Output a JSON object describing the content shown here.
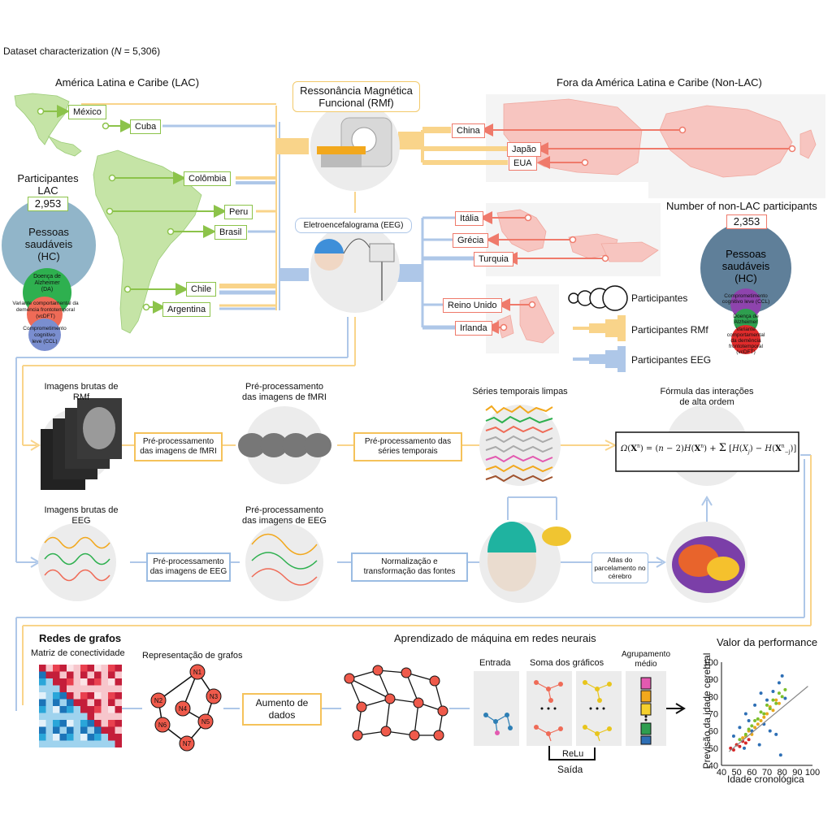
{
  "header": {
    "prefix": "Dataset characterization (",
    "n": "N",
    "suffix": " = 5,306)"
  },
  "lac": {
    "title": "América Latina e Caribe (LAC)",
    "participants_title": "Participantes\nLAC",
    "count": "2,953",
    "hc": "Pessoas\nsaudáveis\n(HC)",
    "da": "Doença de\nAlzheimer\n(DA)",
    "vcdft": "Variante comportamental da\ndemência frontotemporal\n(vcDFT)",
    "ccl": "Comprometimento\ncognitivo\nleve (CCL)",
    "countries": [
      "México",
      "Cuba",
      "Colômbia",
      "Peru",
      "Brasil",
      "Chile",
      "Argentina"
    ]
  },
  "nonlac": {
    "title": "Fora da América Latina e Caribe (Non-LAC)",
    "participants_title": "Number of non-LAC participants",
    "count": "2,353",
    "hc": "Pessoas\nsaudáveis\n(HC)",
    "ccl": "Comprometimento\ncognitivo leve (CCL)",
    "da": "Doença de\nAlzheimer",
    "vcdft": "Variante\ncomportamental\nda demência\nfrontotemporal\n(vcDFT)",
    "countries": [
      "China",
      "Japão",
      "EUA",
      "Itália",
      "Grécia",
      "Turquia",
      "Reino Unido",
      "Irlanda"
    ]
  },
  "center": {
    "fmri": "Ressonância Magnética\nFuncional (RMf)",
    "eeg": "Eletroencefalograma (EEG)"
  },
  "legend": {
    "participants": "Participantes",
    "fmri": "Participantes RMf",
    "eeg": "Participantes EEG"
  },
  "pipeline": {
    "raw_fmri": "Imagens brutas de\nRMf",
    "pre_fmri_title": "Pré-processamento\ndas imagens de fMRI",
    "pre_fmri_box": "Pré-processamento\ndas imagens de fMRI",
    "ts_title": "Séries temporais limpas",
    "pre_ts_box": "Pré-processamento das\nséries temporais",
    "formula_title": "Fórmula das interações\nde alta ordem",
    "raw_eeg": "Imagens brutas de\nEEG",
    "pre_eeg_title": "Pré-processamento\ndas imagens de EEG",
    "pre_eeg_box": "Pré-processamento\ndas imagens de EEG",
    "norm_box": "Normalização e\ntransformação das fontes",
    "atlas_box": "Atlas do\nparcelamento no\ncérebro"
  },
  "bottom": {
    "graphs_title": "Redes de grafos",
    "matrix_title": "Matriz de conectividade",
    "graph_repr": "Representação de grafos",
    "augment": "Aumento de\ndados",
    "ml_title": "Aprendizado de máquina em redes neurais",
    "input": "Entrada",
    "sum": "Soma dos gráficos",
    "pool": "Agrupamento\nmédio",
    "relu": "ReLu",
    "output": "Saída",
    "node_labels": [
      "N1",
      "N2",
      "N3",
      "N4",
      "N5",
      "N6",
      "N7"
    ]
  },
  "chart_data": {
    "type": "scatter",
    "title": "Valor da performance",
    "xlabel": "Idade cronológica",
    "ylabel": "Previsão da idade cerebral",
    "xlim": [
      40,
      100
    ],
    "ylim": [
      40,
      100
    ],
    "xticks": [
      40,
      50,
      60,
      70,
      80,
      90,
      100
    ],
    "yticks": [
      40,
      50,
      60,
      70,
      80,
      90,
      100
    ],
    "series": [
      {
        "color": "#2e6fb5",
        "x": [
          48,
          52,
          55,
          58,
          62,
          66,
          70,
          74,
          78,
          80,
          82,
          60,
          65,
          72,
          76,
          68,
          56,
          79
        ],
        "y": [
          57,
          62,
          50,
          66,
          75,
          82,
          78,
          83,
          88,
          92,
          79,
          60,
          52,
          60,
          58,
          64,
          70,
          46
        ]
      },
      {
        "color": "#e8a81c",
        "x": [
          50,
          54,
          58,
          62,
          66,
          70,
          74,
          78,
          60,
          64,
          68,
          72,
          76,
          56
        ],
        "y": [
          52,
          56,
          60,
          62,
          66,
          70,
          72,
          76,
          58,
          64,
          68,
          74,
          78,
          57
        ]
      },
      {
        "color": "#7cbf2d",
        "x": [
          52,
          56,
          60,
          64,
          68,
          72,
          76,
          80,
          62,
          66,
          70,
          74,
          78,
          58,
          82
        ],
        "y": [
          55,
          58,
          63,
          67,
          70,
          73,
          76,
          80,
          66,
          71,
          75,
          78,
          82,
          61,
          84
        ]
      },
      {
        "color": "#d62728",
        "x": [
          46,
          48,
          50,
          52,
          54,
          56,
          58
        ],
        "y": [
          50,
          49,
          52,
          51,
          54,
          53,
          55
        ]
      }
    ],
    "fit_line": {
      "x": [
        45,
        97
      ],
      "y": [
        48,
        86
      ]
    }
  }
}
